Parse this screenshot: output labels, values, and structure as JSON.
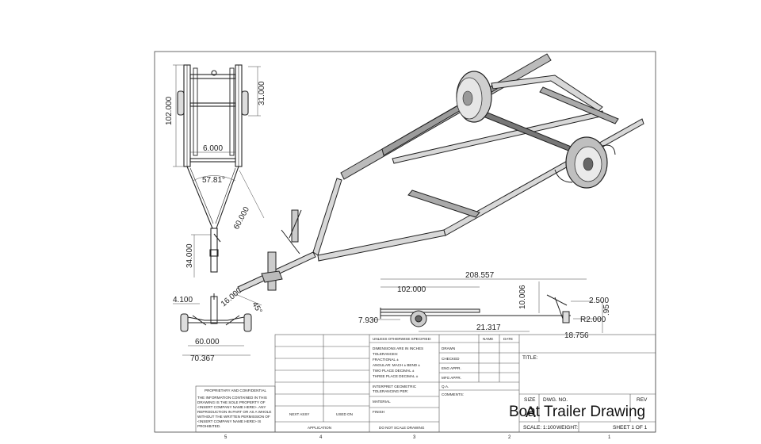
{
  "drawing": {
    "title": "Boat Trailer Drawing",
    "title_overlap_char": "A",
    "title_label": "TITLE:",
    "size_label": "SIZE",
    "dwg_no_label": "DWG.  NO.",
    "rev_label": "REV",
    "scale": "SCALE: 1:100",
    "weight": "WEIGHT:",
    "sheet": "SHEET 1 OF 1"
  },
  "zones": [
    "5",
    "4",
    "3",
    "2",
    "1"
  ],
  "dimensions": {
    "top_view": {
      "length": "102.000",
      "right_offset": "31.000",
      "inner_width": "6.000",
      "tongue_angle": "57.81°",
      "tongue_length": "60.000",
      "hitch_length": "34.000"
    },
    "front_view": {
      "left_offset": "4.100",
      "angled": "16.000",
      "angle": "45°",
      "axle_width": "60.000",
      "overall_width": "70.367"
    },
    "side_view": {
      "overall_length": "208.557",
      "front_length": "102.000",
      "height": "10.006",
      "ground": "7.930",
      "wheel_pos": "21.317",
      "radius_small": "2.500",
      "radius": "R2.000",
      "rear_vert": ".95",
      "rear_horiz": "18.756"
    }
  },
  "title_block": {
    "tolerance": {
      "header": "UNLESS OTHERWISE SPECIFIED:",
      "lines": [
        "DIMENSIONS ARE IN INCHES",
        "TOLERANCES:",
        "FRACTIONAL ±",
        "ANGULAR: MACH ±   BEND ±",
        "TWO PLACE DECIMAL    ±",
        "THREE PLACE DECIMAL  ±"
      ],
      "interpret": [
        "INTERPRET GEOMETRIC",
        "TOLERANCING PER:"
      ],
      "material": "MATERIAL",
      "finish": "FINISH",
      "do_not_scale": "DO NOT SCALE DRAWING"
    },
    "signoff": {
      "name_col": "NAME",
      "date_col": "DATE",
      "rows": [
        "DRAWN",
        "CHECKED",
        "ENG APPR.",
        "MFG APPR.",
        "Q.A.",
        "COMMENTS:"
      ]
    },
    "proprietary": {
      "heading": "PROPRIETARY AND CONFIDENTIAL",
      "lines": [
        "THE INFORMATION CONTAINED IN THIS",
        "DRAWING IS THE SOLE PROPERTY OF",
        "<INSERT COMPANY NAME HERE>.  ANY",
        "REPRODUCTION IN PART OR AS A WHOLE",
        "WITHOUT THE WRITTEN PERMISSION OF",
        "<INSERT COMPANY NAME HERE> IS",
        "PROHIBITED."
      ]
    },
    "application": {
      "next_assy": "NEXT ASSY",
      "used_on": "USED ON",
      "label": "APPLICATION"
    }
  }
}
